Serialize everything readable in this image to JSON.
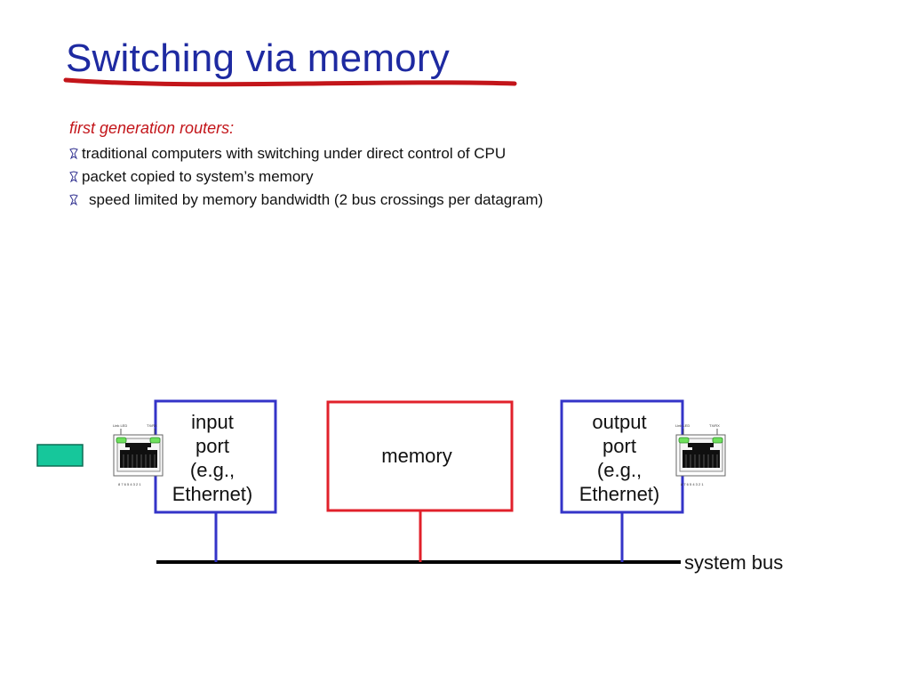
{
  "slide": {
    "title": "Switching via memory",
    "subtitle": "first generation routers:",
    "bullets": [
      "traditional computers with switching under direct control of CPU",
      "packet copied to system’s memory",
      "speed limited by memory bandwidth (2 bus crossings per datagram)"
    ]
  },
  "diagram": {
    "input_port": {
      "lines": [
        "input",
        "port",
        "(e.g.,",
        "Ethernet)"
      ]
    },
    "memory": {
      "label": "memory"
    },
    "output_port": {
      "lines": [
        "output",
        "port",
        "(e.g.,",
        "Ethernet)"
      ]
    },
    "system_bus_label": "system bus",
    "connector_labels": {
      "left": "Link LED",
      "right": "TX/RX",
      "pins": "8 7 6 5 4 3 2 1"
    }
  },
  "colors": {
    "title": "#1e2aa1",
    "subtitle": "#c3151a",
    "port_border": "#3434c8",
    "memory_border": "#e1212b",
    "bus": "#000000",
    "packet": "#16c79b",
    "connector_led": "#6ee05c"
  },
  "icons": {
    "bullet": "outlined-bullet-icon",
    "connector": "ethernet-port-icon",
    "packet": "packet-icon"
  }
}
